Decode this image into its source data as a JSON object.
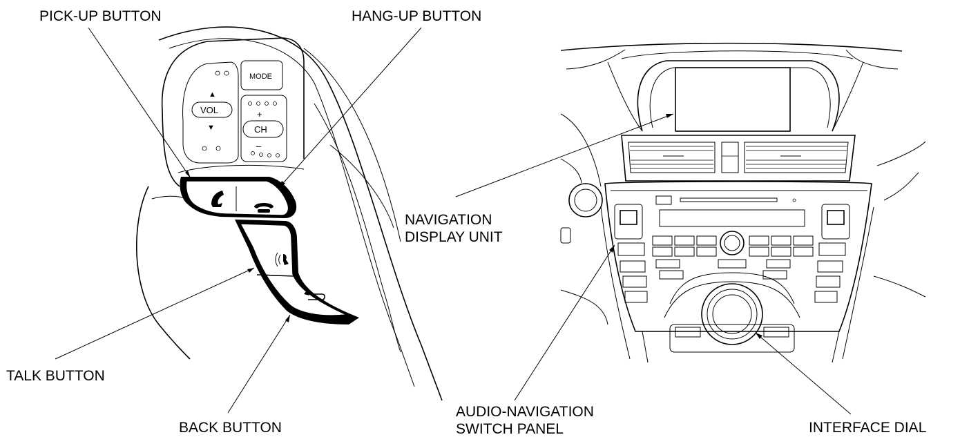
{
  "labels": {
    "pickup": "PICK-UP BUTTON",
    "hangup": "HANG-UP BUTTON",
    "talk": "TALK BUTTON",
    "back": "BACK BUTTON",
    "nav_display_1": "NAVIGATION",
    "nav_display_2": "DISPLAY UNIT",
    "audio_panel_1": "AUDIO-NAVIGATION",
    "audio_panel_2": "SWITCH PANEL",
    "interface_dial": "INTERFACE DIAL"
  },
  "wheel_controls": {
    "mode": "MODE",
    "vol": "VOL",
    "ch": "CH",
    "plus": "+",
    "minus": "–",
    "up_arrow": "▲",
    "down_arrow": "▼"
  }
}
